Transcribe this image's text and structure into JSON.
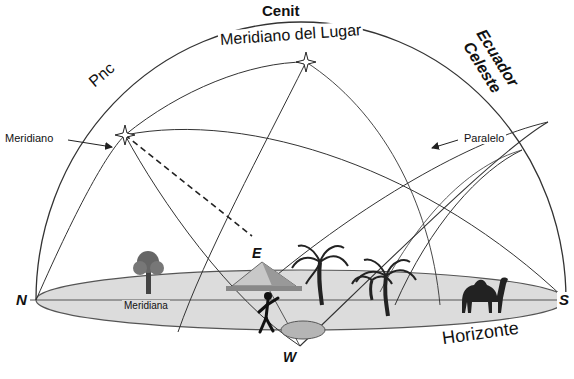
{
  "diagram": {
    "labels": [
      "Cenit",
      "Meridiano del Lugar",
      "Pnc",
      "Ecuador Celeste",
      "Meridiano",
      "Paralelo",
      "N",
      "S",
      "E",
      "W",
      "Meridiana",
      "Horizonte"
    ]
  }
}
